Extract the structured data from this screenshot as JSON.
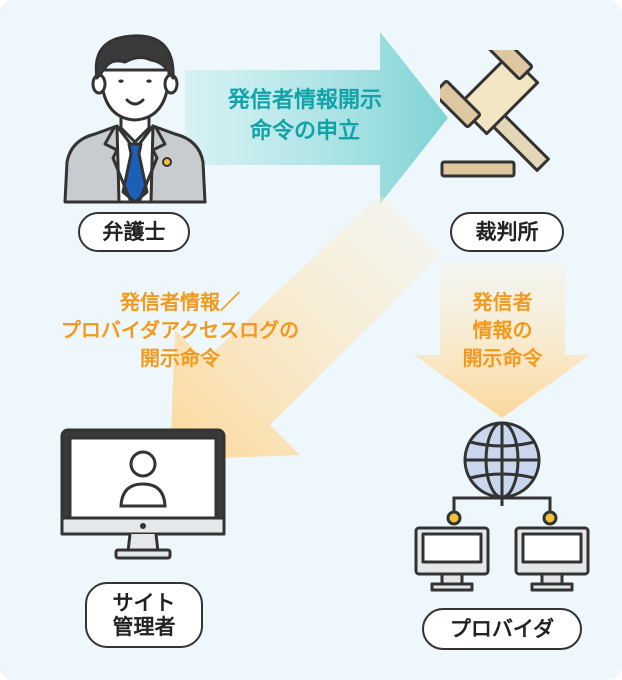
{
  "actors": {
    "lawyer": "弁護士",
    "court": "裁判所",
    "site_admin_line1": "サイト",
    "site_admin_line2": "管理者",
    "provider": "プロバイダ"
  },
  "arrows": {
    "petition_line1": "発信者情報開示",
    "petition_line2": "命令の申立",
    "to_site_line1": "発信者情報／",
    "to_site_line2": "プロバイダアクセスログの",
    "to_site_line3": "開示命令",
    "to_provider_line1": "発信者",
    "to_provider_line2": "情報の",
    "to_provider_line3": "開示命令"
  },
  "colors": {
    "background": "#eef7fc",
    "teal_arrow": "#8fd8da",
    "teal_text": "#12a3a8",
    "orange_arrow": "#fde3b8",
    "orange_text": "#f29a1d"
  },
  "icons": [
    "person-lawyer-icon",
    "gavel-icon",
    "monitor-user-icon",
    "globe-network-icon"
  ]
}
